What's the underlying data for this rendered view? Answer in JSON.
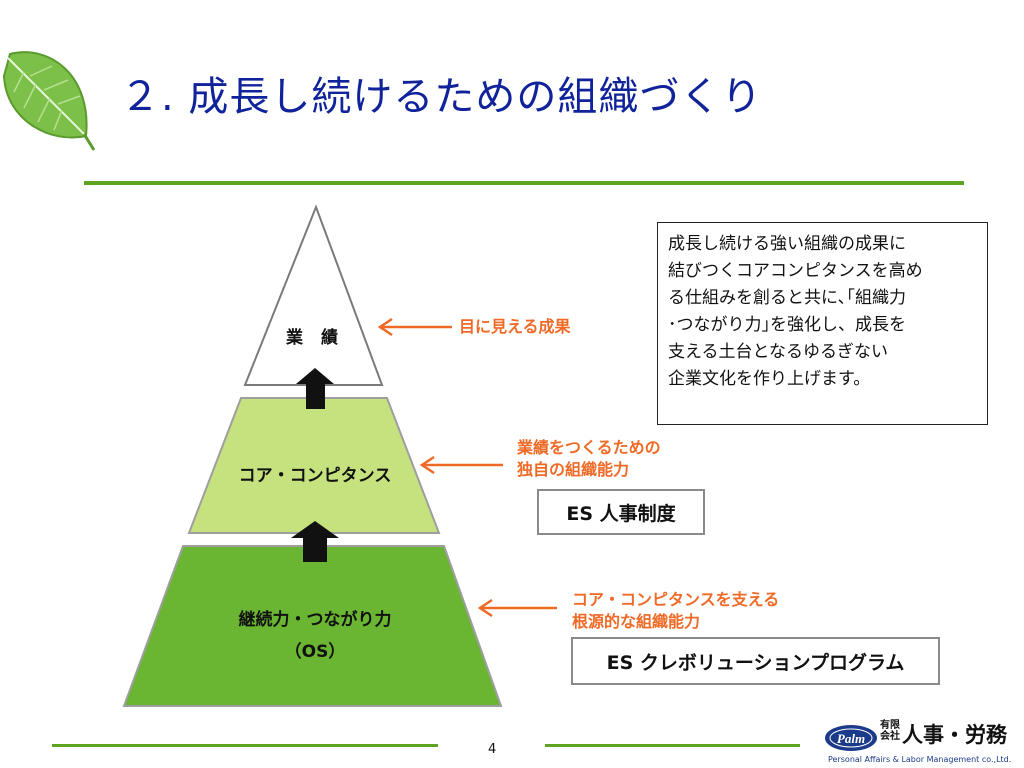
{
  "slide": {
    "title": "２. 成長し続けるための組織づくり",
    "page_number": "4"
  },
  "pyramid": {
    "top": {
      "label": "業 績"
    },
    "middle": {
      "label": "コア・コンピタンス"
    },
    "bottom": {
      "label_line1": "継続力・つながり力",
      "label_line2": "（OS）"
    }
  },
  "annotations": {
    "top": "目に見える成果",
    "middle_line1": "業績をつくるための",
    "middle_line2": "独自の組織能力",
    "bottom_line1": "コア・コンピタンスを支える",
    "bottom_line2": "根源的な組織能力"
  },
  "boxes": {
    "es_hr": "ES 人事制度",
    "es_program": "ES クレボリューションプログラム"
  },
  "description": {
    "lines": [
      "成長し続ける強い組織の成果に",
      "結びつくコアコンピタンスを高め",
      "る仕組みを創ると共に､｢組織力",
      "･つながり力｣を強化し、成長を",
      "支える土台となるゆるぎない",
      "企業文化を作り上げます。"
    ]
  },
  "logo": {
    "mark": "Palm",
    "small_line1": "有限",
    "small_line2": "会社",
    "main": "人事・労務",
    "sub": "Personal Affairs & Labor Management co.,Ltd."
  },
  "colors": {
    "title": "#10239a",
    "accent_green": "#5da423",
    "annotation_orange": "#ef6a27",
    "pyramid_top": "#ffffff",
    "pyramid_middle": "#c6e27e",
    "pyramid_bottom": "#6ab532"
  }
}
